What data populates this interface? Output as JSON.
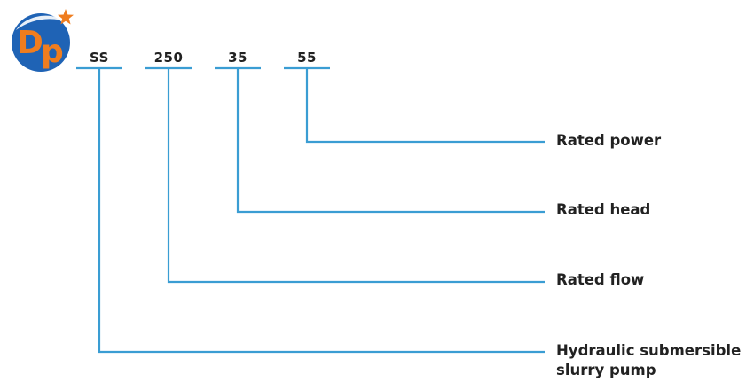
{
  "logo": {
    "text": "Dp",
    "colors": {
      "circle": "#1f63b5",
      "letters": "#ef7d1f",
      "star": "#ef7d1f"
    },
    "icon": "dp-star-logo"
  },
  "line_color": "#3a9dd3",
  "codes": [
    {
      "id": "ss",
      "text": "SS"
    },
    {
      "id": "250",
      "text": "250"
    },
    {
      "id": "35",
      "text": "35"
    },
    {
      "id": "55",
      "text": "55"
    }
  ],
  "labels": {
    "rated_power": "Rated power",
    "rated_head": "Rated head",
    "rated_flow": "Rated flow",
    "pump_line1": "Hydraulic submersible",
    "pump_line2": "slurry pump"
  }
}
